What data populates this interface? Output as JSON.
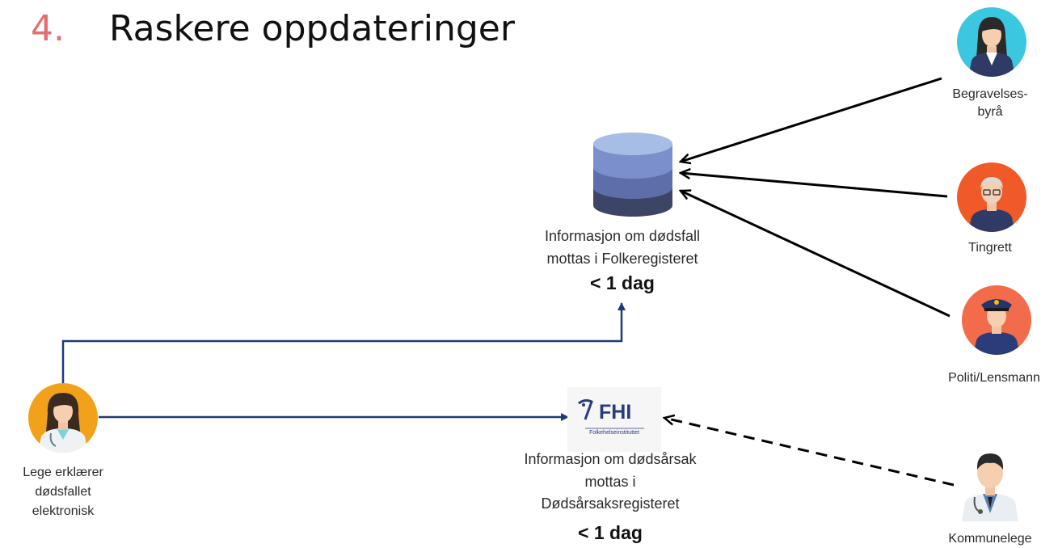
{
  "title": {
    "number": "4.",
    "text": "Raskere oppdateringer"
  },
  "folkeregister": {
    "icon": "database-icon",
    "label_line1": "Informasjon  om dødsfall",
    "label_line2": "mottas  i Folkeregisteret",
    "time": "< 1 dag"
  },
  "dodsarsak": {
    "icon": "fhi-logo",
    "logo_text": "FHI",
    "logo_sub": "Folkehelseinstituttet",
    "label_line1": "Informasjon  om dødsårsak",
    "label_line2": "mottas  i",
    "label_line3": "Dødsårsaksregisteret",
    "time": "< 1 dag"
  },
  "actors": {
    "begravelse": {
      "icon": "woman-avatar-icon",
      "line1": "Begravelses-",
      "line2": "byrå"
    },
    "tingrett": {
      "icon": "old-man-avatar-icon",
      "line1": "Tingrett"
    },
    "politi": {
      "icon": "police-avatar-icon",
      "line1": "Politi/Lensmann"
    },
    "kommunelege": {
      "icon": "doctor-avatar-icon",
      "line1": "Kommunelege"
    },
    "lege": {
      "icon": "female-doctor-avatar-icon",
      "line1": "Lege erklærer",
      "line2": "dødsfallet",
      "line3": "elektronisk"
    }
  },
  "colors": {
    "title_number": "#e56d6d",
    "arrow_blue": "#1f3a7a",
    "arrow_black": "#000000",
    "db_top": "#8fa9d9",
    "db_mid": "#5d6ea8",
    "db_bottom": "#3d4566"
  }
}
